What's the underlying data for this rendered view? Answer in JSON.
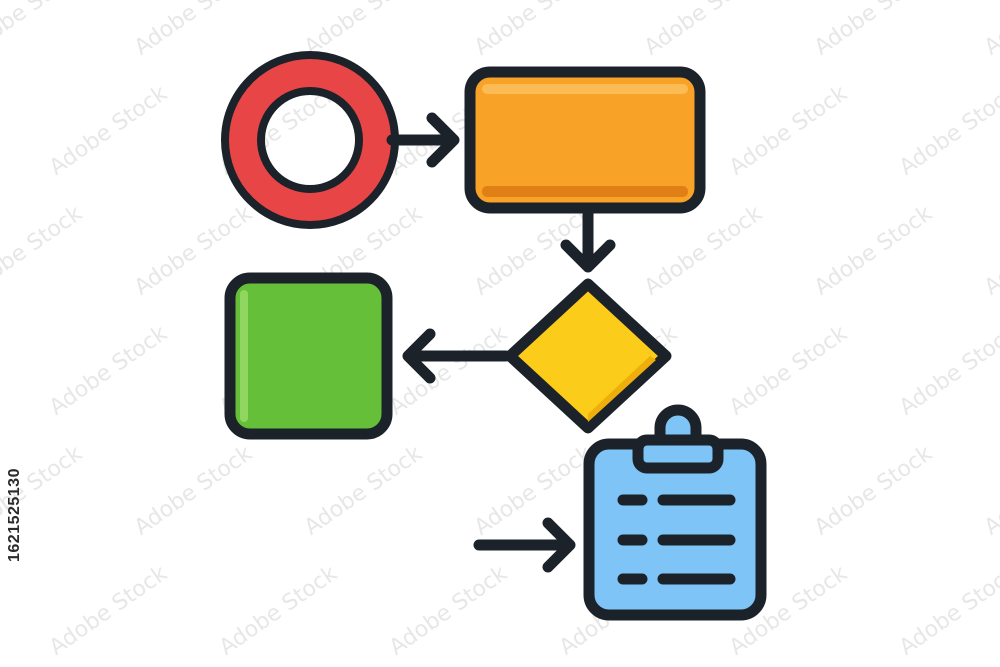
{
  "watermark": {
    "text": "Adobe Stock",
    "color": "#e7e7e7"
  },
  "stock_id": "1621525130",
  "diagram": {
    "outline_color": "#1b222a",
    "nodes": [
      {
        "name": "start-node",
        "shape": "ring",
        "fill": "#e84646"
      },
      {
        "name": "process-node",
        "shape": "rounded-rectangle",
        "fill": "#f9a228"
      },
      {
        "name": "decision-node",
        "shape": "diamond",
        "fill": "#fccc1a"
      },
      {
        "name": "result-node",
        "shape": "rounded-square",
        "fill": "#66bf38"
      },
      {
        "name": "document-node",
        "shape": "clipboard-icon",
        "fill": "#7ec4f7"
      }
    ],
    "edges": [
      {
        "from": "start-node",
        "to": "process-node"
      },
      {
        "from": "process-node",
        "to": "decision-node"
      },
      {
        "from": "decision-node",
        "to": "result-node"
      },
      {
        "from": "external-input",
        "to": "document-node"
      }
    ]
  }
}
